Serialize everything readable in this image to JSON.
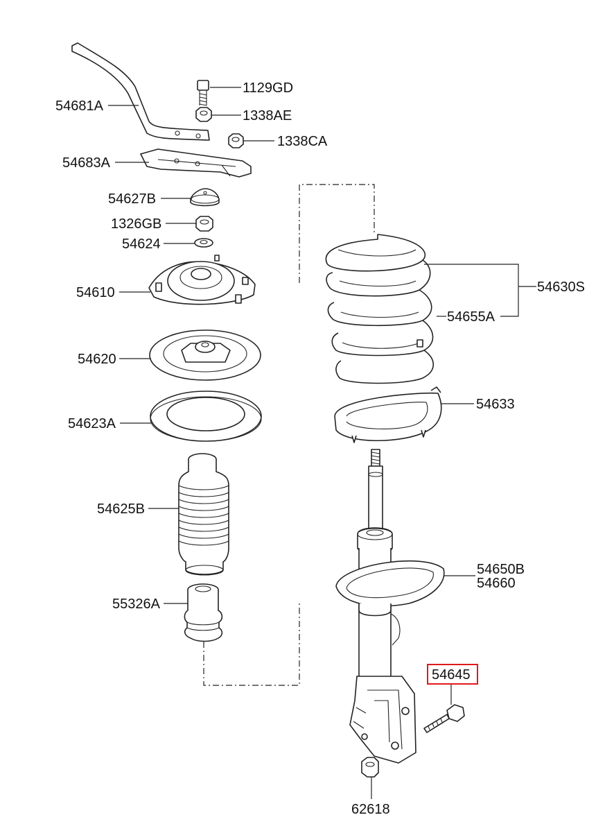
{
  "labels": {
    "p54681A": "54681A",
    "p1129GD": "1129GD",
    "p1338AE": "1338AE",
    "p1338CA": "1338CA",
    "p54683A": "54683A",
    "p54627B": "54627B",
    "p1326GB": "1326GB",
    "p54624": "54624",
    "p54610": "54610",
    "p54620": "54620",
    "p54623A": "54623A",
    "p54625B": "54625B",
    "p55326A": "55326A",
    "p54630S": "54630S",
    "p54655A": "54655A",
    "p54633": "54633",
    "p54650B": "54650B",
    "p54660": "54660",
    "p54645": "54645",
    "p62618": "62618"
  },
  "highlight": {
    "part": "54645",
    "color": "#e0191b"
  }
}
